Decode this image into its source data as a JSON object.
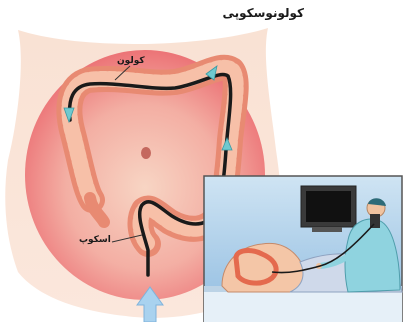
{
  "title": "کولونوسکوپی",
  "labels": {
    "colon": "کولون",
    "scope": "اسکوپ"
  },
  "icons": {
    "direction_arrows": "arrow-icon",
    "insertion_arrow": "up-arrow-icon"
  },
  "colors": {
    "skin": "#f6cdb6",
    "abdomen_glow": "#e8505a",
    "colon_wall": "#f0a085",
    "scope_tube": "#1a1a1a",
    "direction_arrow": "#6fc9cf",
    "inset_background": "#a9cde8",
    "inset_border": "#555555"
  }
}
